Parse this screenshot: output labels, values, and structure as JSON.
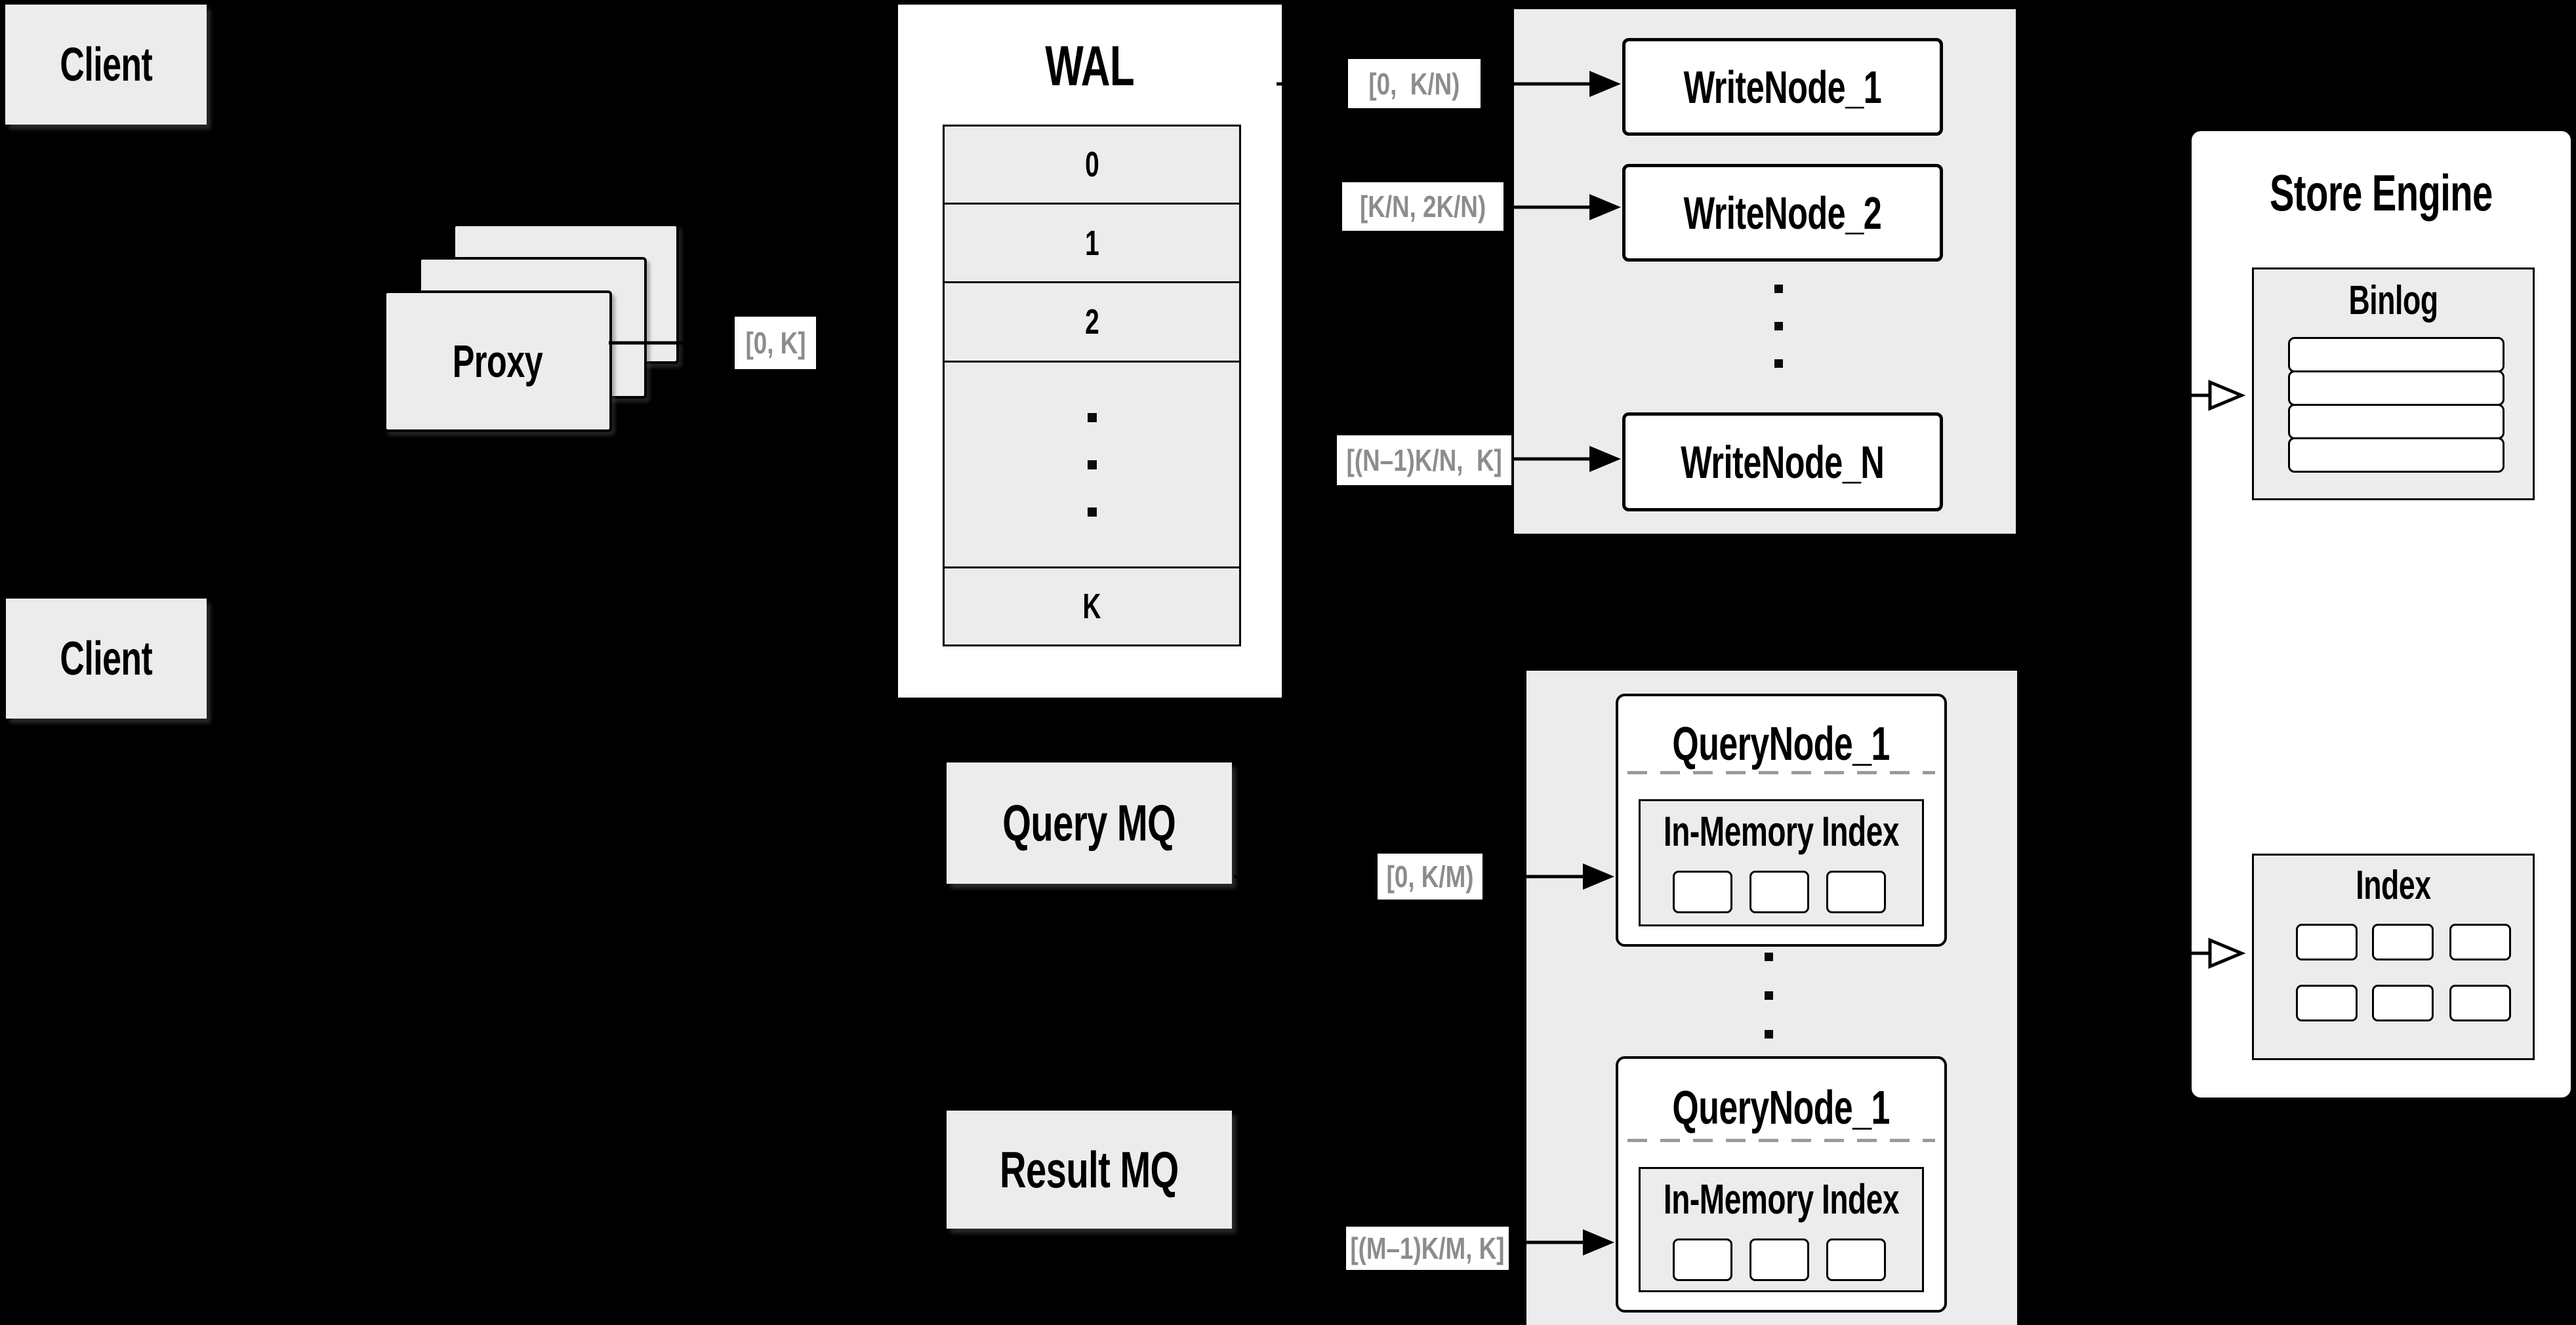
{
  "colors": {
    "background": "#000000",
    "panel_gray": "#ececec",
    "box_white": "#ffffff",
    "line_black": "#000000",
    "chip_text_gray": "#8c8c8c",
    "dash_gray": "#9a9a9a"
  },
  "clients": {
    "top": "Client",
    "bottom": "Client"
  },
  "proxy": {
    "label": "Proxy"
  },
  "wal": {
    "title": "WAL",
    "rows": [
      "0",
      "1",
      "2"
    ],
    "last_row": "K"
  },
  "write_nodes": {
    "first": "WriteNode_1",
    "second": "WriteNode_2",
    "last": "WriteNode_N"
  },
  "query_nodes": {
    "top_title": "QueryNode_1",
    "bottom_title": "QueryNode_1",
    "in_memory_label_top": "In-Memory Index",
    "in_memory_label_bottom": "In-Memory Index"
  },
  "mq": {
    "query": "Query MQ",
    "result": "Result MQ"
  },
  "store_engine": {
    "title": "Store Engine",
    "binlog": "Binlog",
    "index": "Index"
  },
  "range_labels": {
    "proxy_out": "[0, K]",
    "write_1": "[0,  K/N)",
    "write_2": "[K/N, 2K/N)",
    "write_n": "[(N–1)K/N,  K]",
    "query_1": "[0, K/M)",
    "query_m": "[(M–1)K/M, K]"
  }
}
